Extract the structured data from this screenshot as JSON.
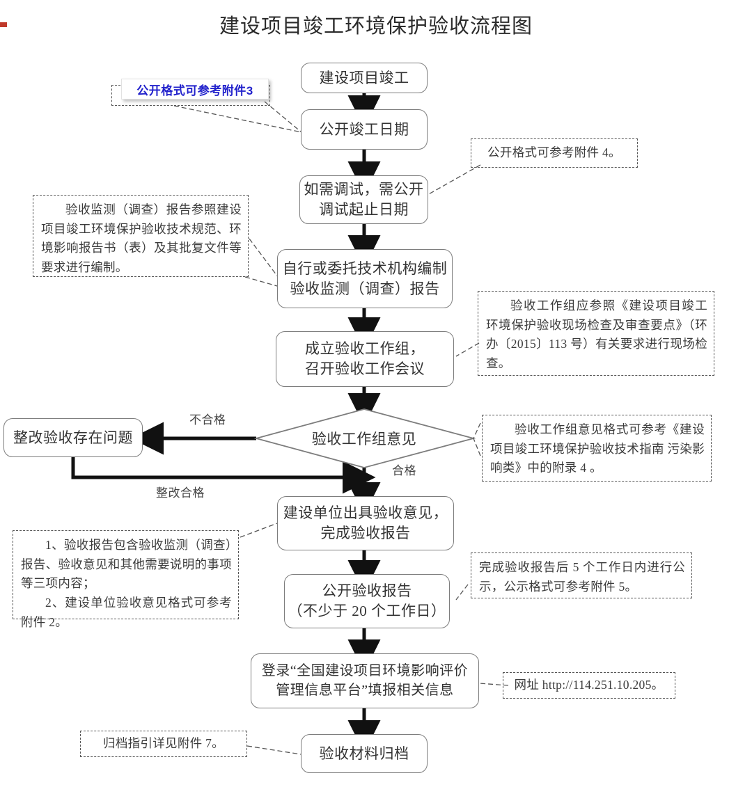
{
  "page": {
    "title": "建设项目竣工环境保护验收流程图",
    "type": "flowchart",
    "accent_note_color": "#2222cc",
    "node_border_color": "#7d7d7d",
    "arrow_color": "#111111"
  },
  "nodes": [
    {
      "id": "n1",
      "label": "建设项目竣工",
      "lines": [
        "建设项目竣工"
      ],
      "shape": "rounded-rect"
    },
    {
      "id": "n2",
      "label": "公开竣工日期",
      "lines": [
        "公开竣工日期"
      ],
      "shape": "rounded-rect"
    },
    {
      "id": "n3",
      "label": "如需调试，需公开调试起止日期",
      "lines": [
        "如需调试，需公开",
        "调试起止日期"
      ],
      "shape": "rounded-rect"
    },
    {
      "id": "n4",
      "label": "自行或委托技术机构编制验收监测（调查）报告",
      "lines": [
        "自行或委托技术机构编制",
        "验收监测（调查）报告"
      ],
      "shape": "rounded-rect"
    },
    {
      "id": "n5",
      "label": "成立验收工作组，召开验收工作会议",
      "lines": [
        "成立验收工作组，",
        "召开验收工作会议"
      ],
      "shape": "rounded-rect"
    },
    {
      "id": "d1",
      "label": "验收工作组意见",
      "lines": [
        "验收工作组意见"
      ],
      "shape": "diamond"
    },
    {
      "id": "n6",
      "label": "整改验收存在问题",
      "lines": [
        "整改验收存在问题"
      ],
      "shape": "rounded-rect"
    },
    {
      "id": "n7",
      "label": "建设单位出具验收意见，完成验收报告",
      "lines": [
        "建设单位出具验收意见，",
        "完成验收报告"
      ],
      "shape": "rounded-rect"
    },
    {
      "id": "n8",
      "label": "公开验收报告（不少于 20 个工作日）",
      "lines": [
        "公开验收报告",
        "（不少于 20 个工作日）"
      ],
      "shape": "rounded-rect"
    },
    {
      "id": "n9",
      "label": "登录“全国建设项目环境影响评价管理信息平台”填报相关信息",
      "lines": [
        "登录“全国建设项目环境影响评价",
        "管理信息平台”填报相关信息"
      ],
      "shape": "rounded-rect"
    },
    {
      "id": "n10",
      "label": "验收材料归档",
      "lines": [
        "验收材料归档"
      ],
      "shape": "rounded-rect"
    }
  ],
  "edge_labels": {
    "fail": "不合格",
    "pass": "合格",
    "rectified": "整改合格"
  },
  "notes": {
    "note_attachment3": "公开格式可参考附件3",
    "note_attachment4": "公开格式可参考附件 4。",
    "note_monitoring_report": "验收监测（调查）报告参照建设项目竣工环境保护验收技术规范、环境影响报告书（表）及其批复文件等要求进行编制。",
    "note_workgroup_inspection": "验收工作组应参照《建设项目竣工环境保护验收现场检查及审查要点》（环办〔2015〕113 号）有关要求进行现场检查。",
    "note_workgroup_opinion": "验收工作组意见格式可参考《建设项目竣工环境保护验收技术指南 污染影响类》中的附录 4 。",
    "note_report_contents_1": "1、验收报告包含验收监测（调查）报告、验收意见和其他需要说明的事项等三项内容；",
    "note_report_contents_2": "2、建设单位验收意见格式可参考附件 2。",
    "note_publicity": "完成验收报告后 5 个工作日内进行公示，公示格式可参考附件 5。",
    "note_website": "网址 http://114.251.10.205。",
    "note_archive": "归档指引详见附件 7。"
  },
  "chart_data": {
    "type": "flowchart",
    "title": "建设项目竣工环境保护验收流程图",
    "steps": [
      "建设项目竣工",
      "公开竣工日期",
      "如需调试，需公开调试起止日期",
      "自行或委托技术机构编制验收监测（调查）报告",
      "成立验收工作组，召开验收工作会议",
      "验收工作组意见",
      "建设单位出具验收意见，完成验收报告",
      "公开验收报告（不少于 20 个工作日）",
      "登录“全国建设项目环境影响评价管理信息平台”填报相关信息",
      "验收材料归档"
    ],
    "branches": [
      {
        "from": "验收工作组意见",
        "label": "不合格",
        "to": "整改验收存在问题"
      },
      {
        "from": "整改验收存在问题",
        "label": "整改合格",
        "to": "验收工作组意见"
      },
      {
        "from": "验收工作组意见",
        "label": "合格",
        "to": "建设单位出具验收意见，完成验收报告"
      }
    ]
  }
}
